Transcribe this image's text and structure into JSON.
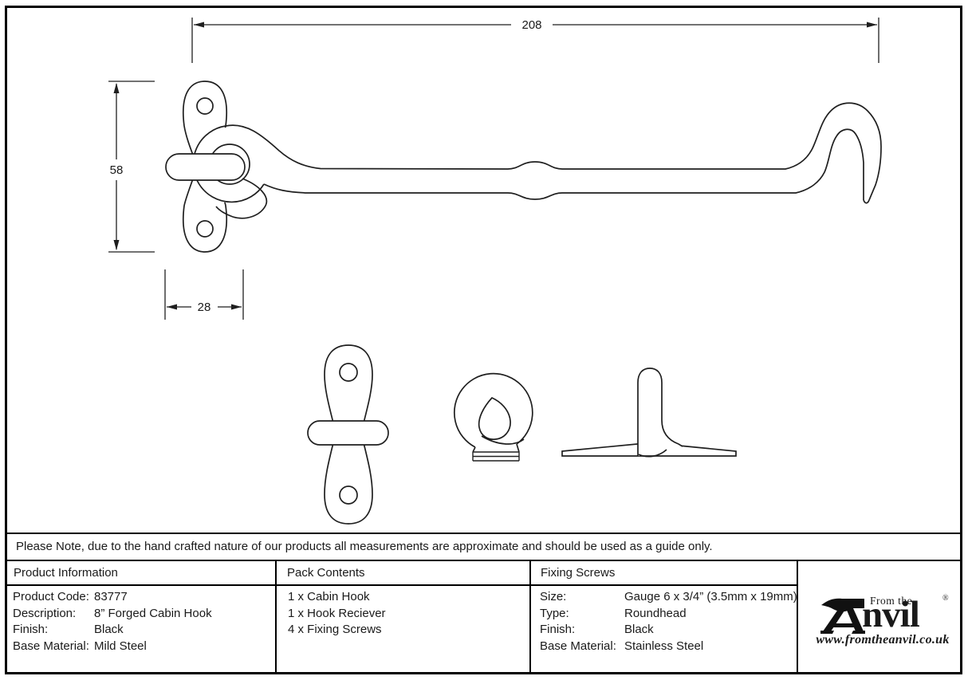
{
  "drawing": {
    "dims": {
      "length": "208",
      "height": "58",
      "width": "28"
    }
  },
  "note": {
    "text": "Please Note, due to the hand crafted nature of our products all measurements are approximate and should be used as a guide only."
  },
  "table": {
    "product_info": {
      "header": "Product Information",
      "rows": [
        {
          "label": "Product Code:",
          "value": "83777"
        },
        {
          "label": "Description:",
          "value": "8” Forged Cabin Hook"
        },
        {
          "label": "Finish:",
          "value": "Black"
        },
        {
          "label": "Base Material:",
          "value": "Mild Steel"
        }
      ]
    },
    "pack_contents": {
      "header": "Pack Contents",
      "items": [
        "1 x Cabin Hook",
        "1 x Hook Reciever",
        "4 x Fixing Screws"
      ]
    },
    "fixing_screws": {
      "header": "Fixing Screws",
      "rows": [
        {
          "label": "Size:",
          "value": "Gauge 6 x 3/4” (3.5mm x 19mm)"
        },
        {
          "label": "Type:",
          "value": "Roundhead"
        },
        {
          "label": "Finish:",
          "value": "Black"
        },
        {
          "label": "Base Material:",
          "value": "Stainless Steel"
        }
      ]
    }
  },
  "logo": {
    "tagline": "From the",
    "wordmark": "nvil",
    "registered": "®",
    "url": "www.fromtheanvil.co.uk"
  }
}
